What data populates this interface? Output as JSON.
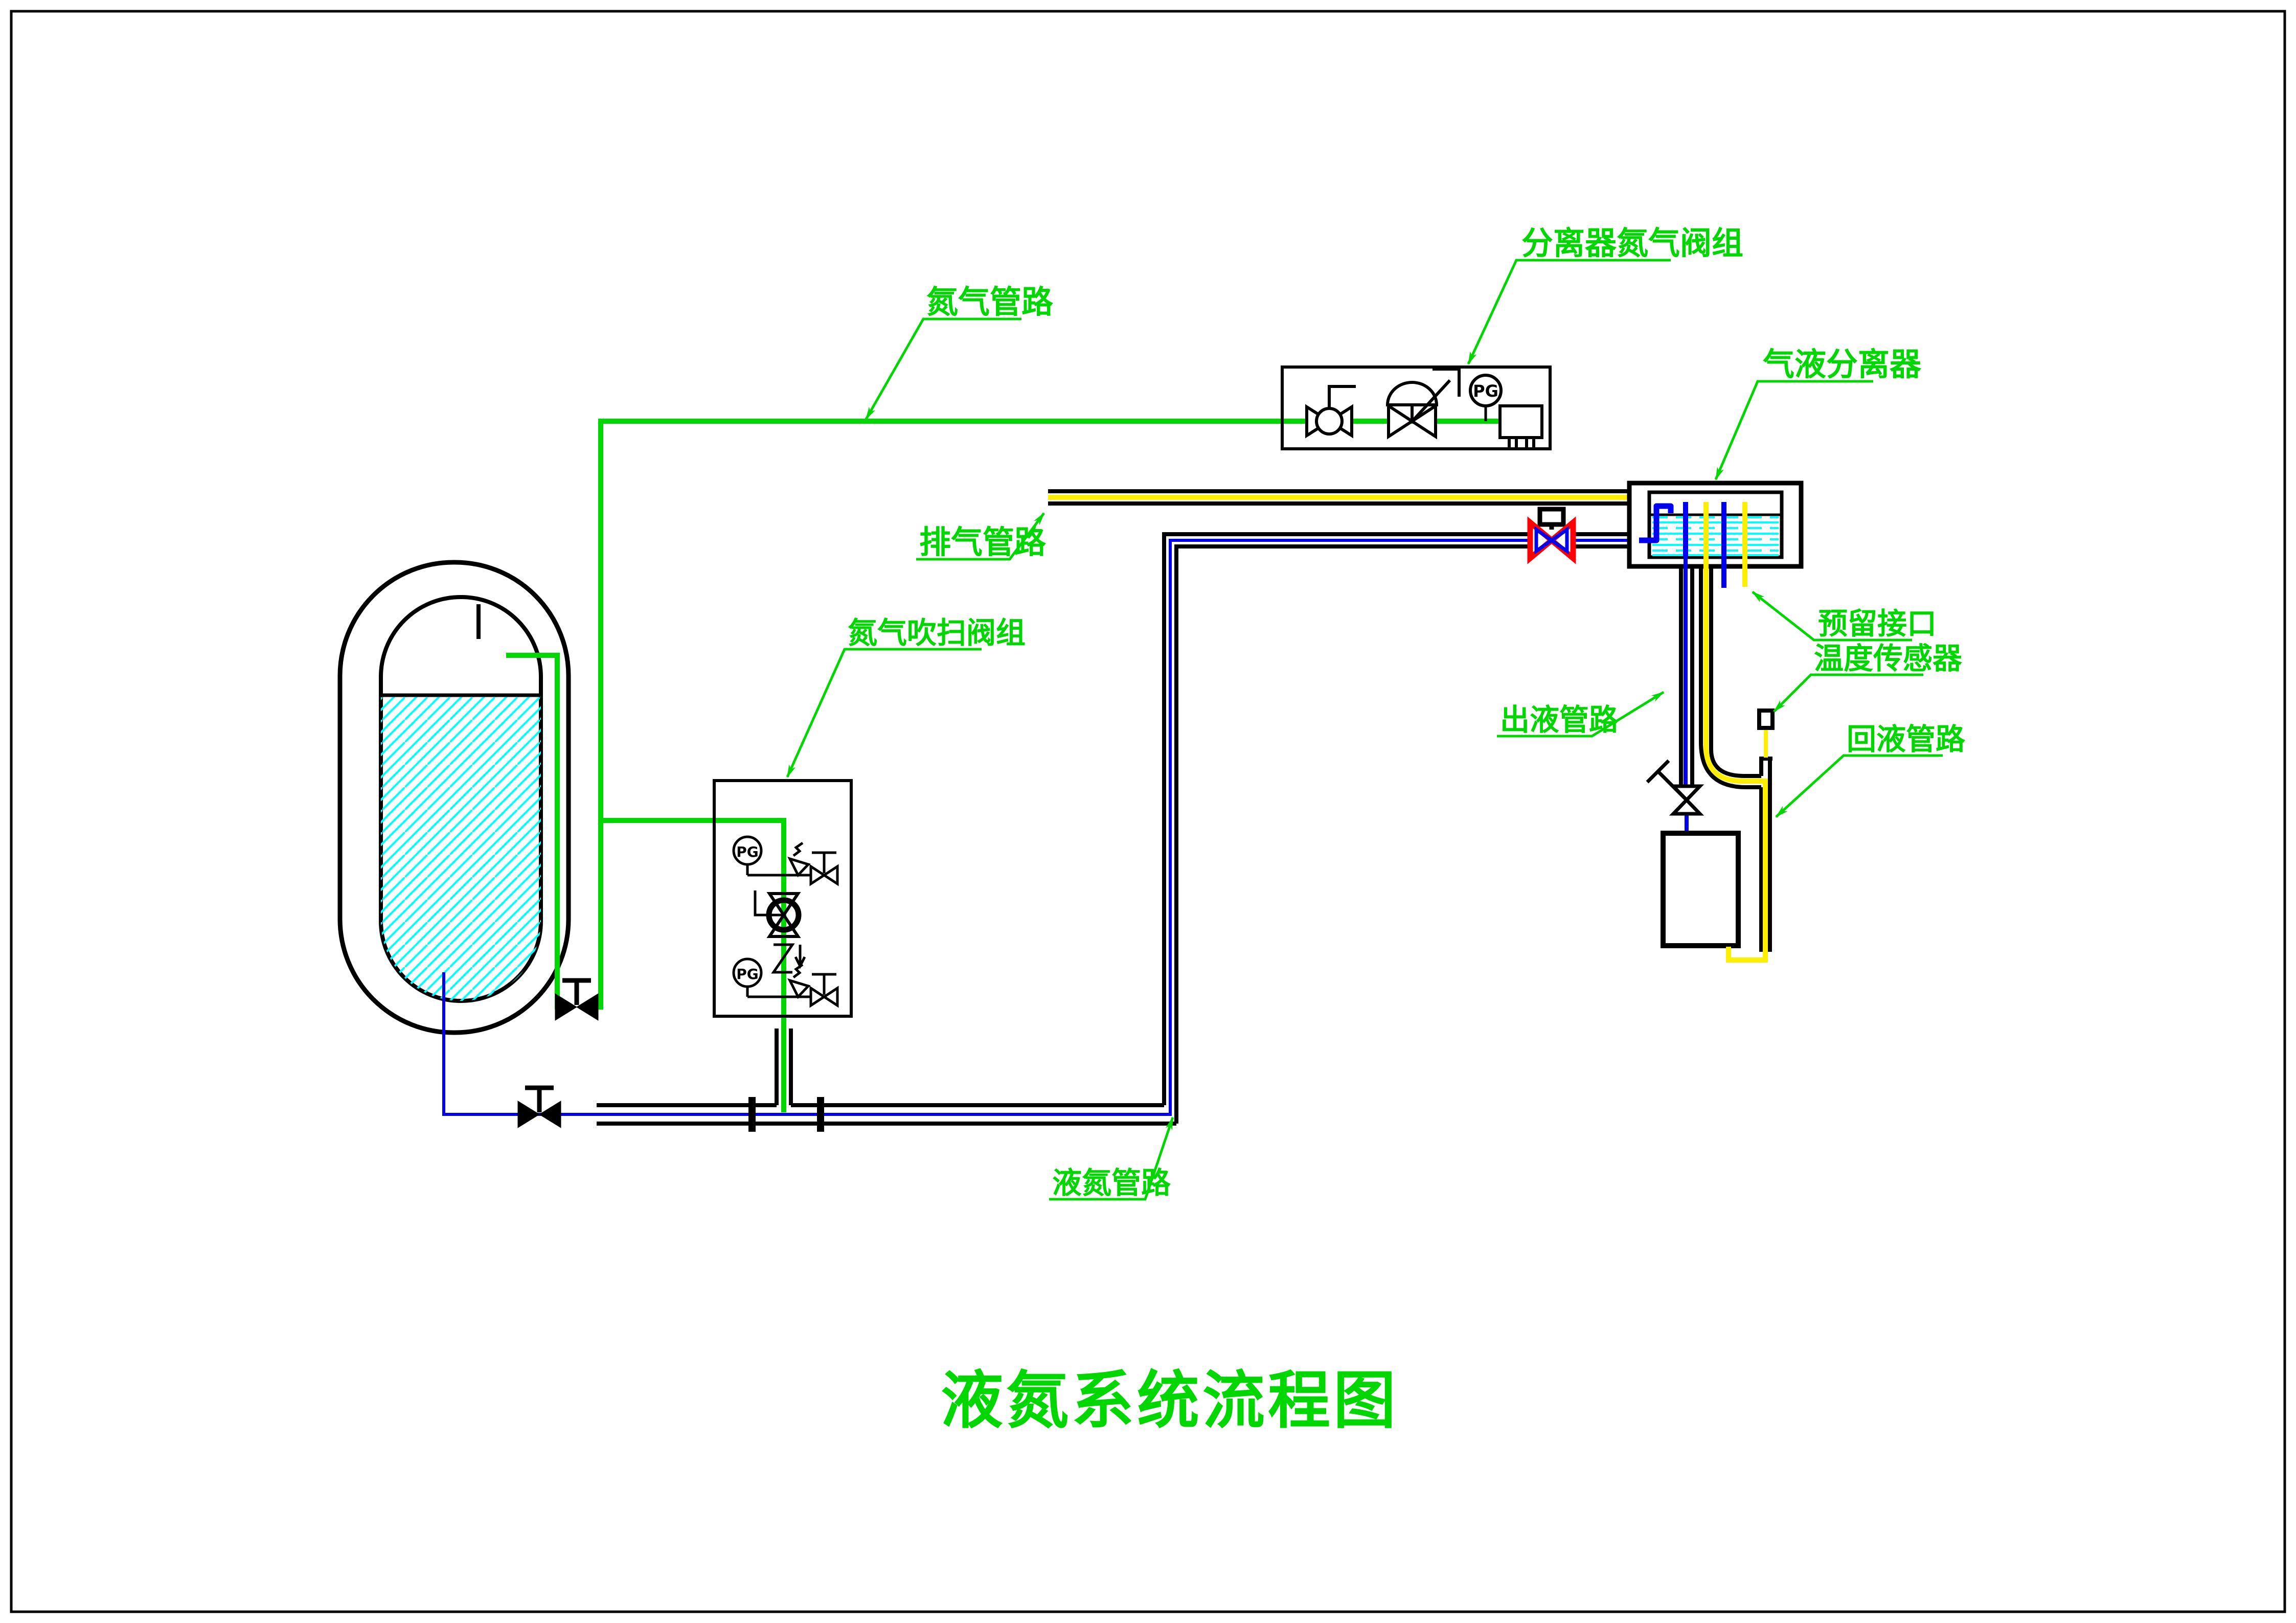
{
  "title": "液氮系统流程图",
  "labels": {
    "nitrogen_line": "氮气管路",
    "separator_n2_valve_group": "分离器氮气阀组",
    "gas_liquid_separator": "气液分离器",
    "exhaust_line": "排气管路",
    "reserved_port": "预留接口",
    "n2_purge_valve_group": "氮气吹扫阀组",
    "temperature_sensor": "温度传感器",
    "liquid_out_line": "出液管路",
    "liquid_return_line": "回液管路",
    "liquid_nitrogen_line": "液氮管路"
  },
  "instruments": {
    "pressure_gauge": "PG"
  },
  "colors": {
    "annotation_green": "#00d600",
    "nitrogen_gas_green": "#00d600",
    "liquid_blue": "#0000ee",
    "return_yellow": "#ffee00",
    "liquid_fill_cyan": "#00ffff",
    "alarm_valve_red": "#ff0000",
    "line_black": "#000000"
  }
}
